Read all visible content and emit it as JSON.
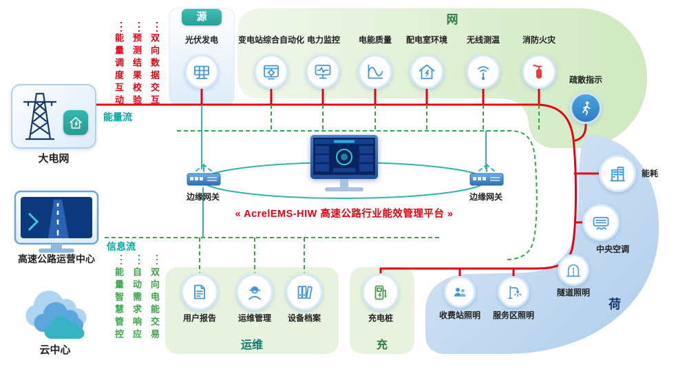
{
  "colors": {
    "energy_flow_red": "#e60012",
    "info_flow_green": "#3aa546",
    "teal_accent": "#00a79d",
    "icon_blue": "#3f97d9",
    "band_green": "#cfe9c0",
    "band_blue": "#b3d0ec"
  },
  "title": "« AcrelEMS-HIW 高速公路行业能效管理平台 »",
  "badges": {
    "source": "源",
    "grid": "网",
    "ops": "运维",
    "charge": "充",
    "load": "荷"
  },
  "flows": {
    "energy": "能量流",
    "info": "信息流"
  },
  "left_panel": {
    "grid_label": "大电网",
    "center_label": "高速公路运营中心",
    "cloud_label": "云中心",
    "red_texts": [
      "能量调度互动",
      "预测结果校验",
      "双向数据交互"
    ],
    "green_texts": [
      "能量智慧管控",
      "自动需求响应",
      "双向电能交易"
    ]
  },
  "source_item": {
    "label": "光伏发电"
  },
  "grid_items": [
    {
      "label": "变电站综合自动化"
    },
    {
      "label": "电力监控"
    },
    {
      "label": "电能质量"
    },
    {
      "label": "配电室环境"
    },
    {
      "label": "无线测温"
    },
    {
      "label": "消防火灾"
    },
    {
      "label": "疏散指示"
    }
  ],
  "load_items": [
    {
      "label": "能耗"
    },
    {
      "label": "中央空调"
    },
    {
      "label": "隧道照明"
    },
    {
      "label": "收费站照明"
    },
    {
      "label": "服务区照明"
    }
  ],
  "ops_items": [
    {
      "label": "用户报告"
    },
    {
      "label": "运维管理"
    },
    {
      "label": "设备档案"
    }
  ],
  "charge_item": {
    "label": "充电桩"
  },
  "gateways": {
    "left": "边缘网关",
    "right": "边缘网关"
  }
}
